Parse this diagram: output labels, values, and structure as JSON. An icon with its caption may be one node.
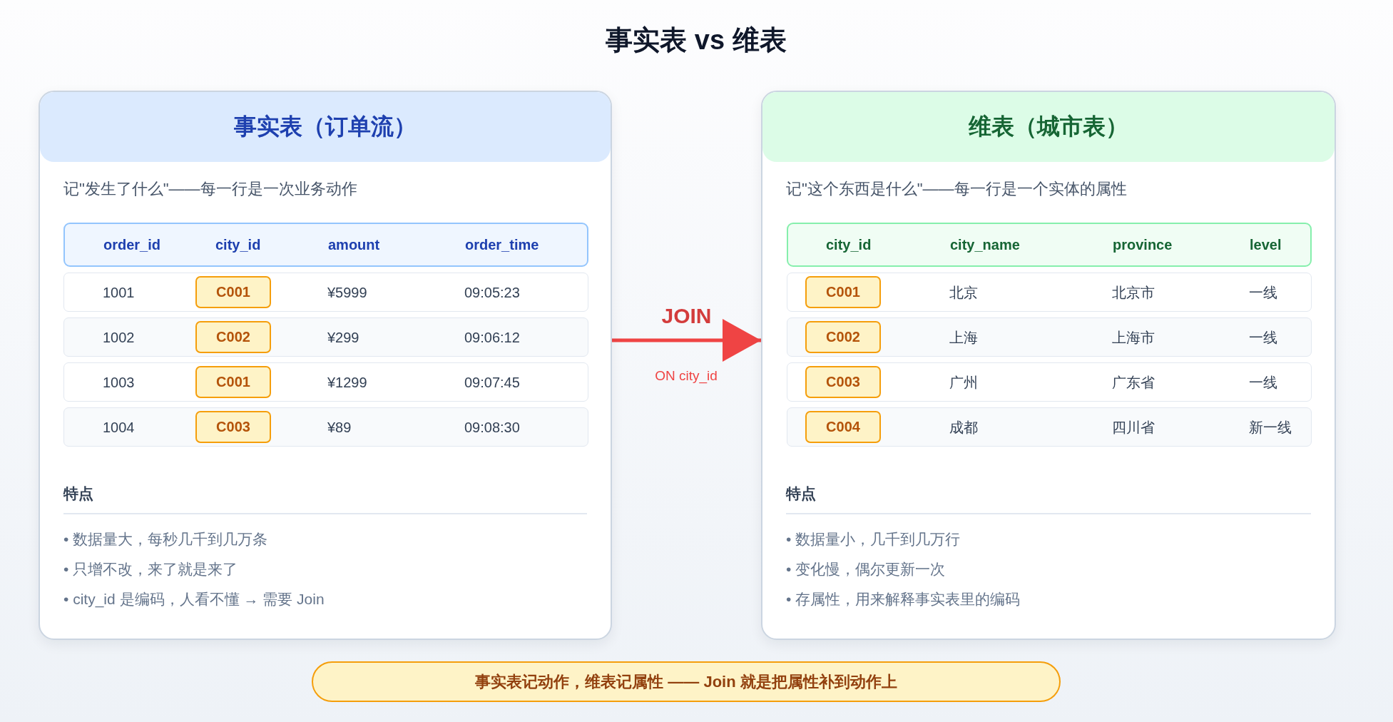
{
  "diagram": {
    "title": "事实表 vs 维表",
    "nodes": [
      {
        "text": [
          "记\"发生了什么\"——每一行是一次业务动作",
          "特点",
          "• 数据量大，每秒几千到几万条",
          "• 只增不改，来了就是来了",
          "• city_id 是编码，人看不懂 → 需要 Join"
        ]
      },
      {
        "text": [
          "事实表（订单流）"
        ],
        "in": 0
      },
      {
        "text": [
          "order_id",
          "city_id",
          "amount",
          "order_time"
        ],
        "in": 0
      },
      {
        "text": [
          "1001",
          "¥5999",
          "09:05:23"
        ],
        "in": 0
      },
      {
        "text": [
          "C001"
        ],
        "in": 3
      },
      {
        "text": [
          "1002",
          "¥299",
          "09:06:12"
        ],
        "in": 0
      },
      {
        "text": [
          "C002"
        ],
        "in": 5
      },
      {
        "text": [
          "1003",
          "¥1299",
          "09:07:45"
        ],
        "in": 0
      },
      {
        "text": [
          "C001"
        ],
        "in": 7
      },
      {
        "text": [
          "1004",
          "¥89",
          "09:08:30"
        ],
        "in": 0
      },
      {
        "text": [
          "C003"
        ],
        "in": 9
      },
      {
        "text": [
          "记\"这个东西是什么\"——每一行是一个实体的属性",
          "特点",
          "• 数据量小，几千到几万行",
          "• 变化慢，偶尔更新一次",
          "• 存属性，用来解释事实表里的编码"
        ]
      },
      {
        "text": [
          "维表（城市表）"
        ],
        "in": 11
      },
      {
        "text": [
          "city_id",
          "city_name",
          "province",
          "level"
        ],
        "in": 11
      },
      {
        "text": [
          "北京",
          "北京市",
          "一线"
        ],
        "in": 11
      },
      {
        "text": [
          "C001"
        ],
        "in": 14
      },
      {
        "text": [
          "上海",
          "上海市",
          "一线"
        ],
        "in": 11
      },
      {
        "text": [
          "C002"
        ],
        "in": 16
      },
      {
        "text": [
          "广州",
          "广东省",
          "一线"
        ],
        "in": 11
      },
      {
        "text": [
          "C003"
        ],
        "in": 18
      },
      {
        "text": [
          "成都",
          "四川省",
          "新一线"
        ],
        "in": 11
      },
      {
        "text": [
          "C004"
        ],
        "in": 20
      },
      {
        "text": [
          "事实表记动作，维表记属性 —— Join 就是把属性补到动作上"
        ]
      }
    ],
    "edges": [
      {
        "from": 0,
        "to": 11,
        "arrow": "to",
        "label": "JOIN",
        "color": "#ef4444"
      }
    ],
    "labels": [
      "ON city_id"
    ]
  }
}
